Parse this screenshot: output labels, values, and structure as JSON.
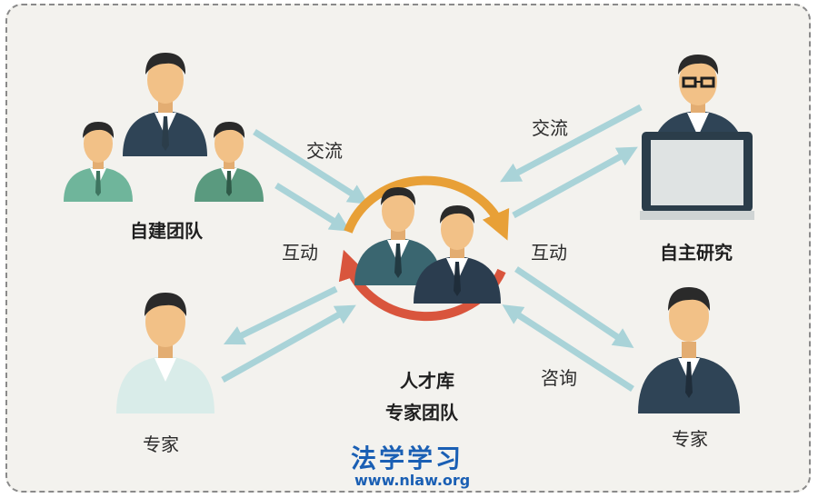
{
  "labels": {
    "self_team": "自建团队",
    "self_research": "自主研究",
    "expert_left": "专家",
    "expert_right": "专家",
    "talent_pool": "人才库",
    "expert_team": "专家团队",
    "exchange_left": "交流",
    "exchange_right": "交流",
    "interact_left": "互动",
    "interact_right": "互动",
    "consult": "咨询"
  },
  "watermark": {
    "title": "法学学习",
    "url": "www.nlaw.org"
  },
  "colors": {
    "background": "#f3f2ee",
    "arrow": "#a9d3d8",
    "cycle_orange": "#e8a037",
    "cycle_red": "#d9553d",
    "suit_dark": "#2f4456",
    "suit_teal": "#3a6670",
    "shirt_green": "#6fb59b",
    "skin": "#f2c187",
    "hair": "#2a2a2a",
    "watermark_blue": "#1a5fb4"
  }
}
